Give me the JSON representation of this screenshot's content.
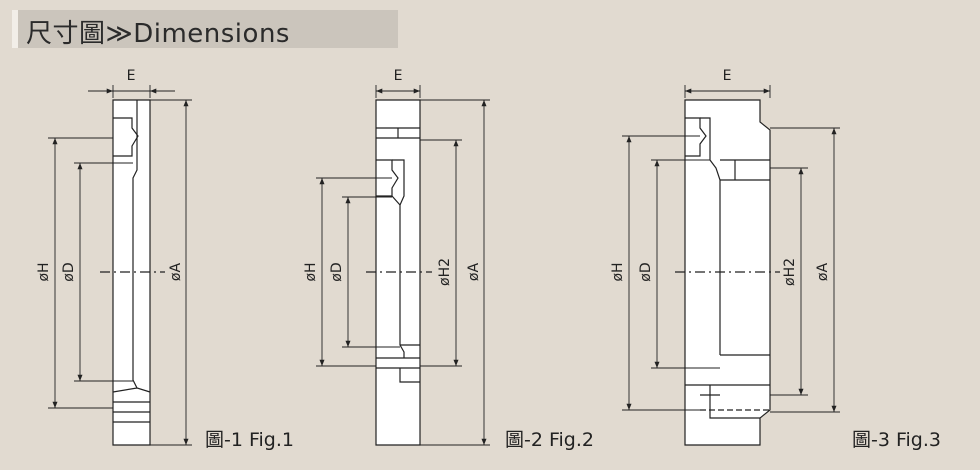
{
  "header": {
    "title": "尺寸圖≫Dimensions"
  },
  "figures": [
    {
      "caption": "圖-1 Fig.1",
      "labels": {
        "e": "E",
        "h": "øH",
        "d": "øD",
        "a": "øA"
      }
    },
    {
      "caption": "圖-2 Fig.2",
      "labels": {
        "e": "E",
        "h": "øH",
        "d": "øD",
        "h2": "øH2",
        "a": "øA"
      }
    },
    {
      "caption": "圖-3 Fig.3",
      "labels": {
        "e": "E",
        "h": "øH",
        "d": "øD",
        "h2": "øH2",
        "a": "øA"
      }
    }
  ]
}
